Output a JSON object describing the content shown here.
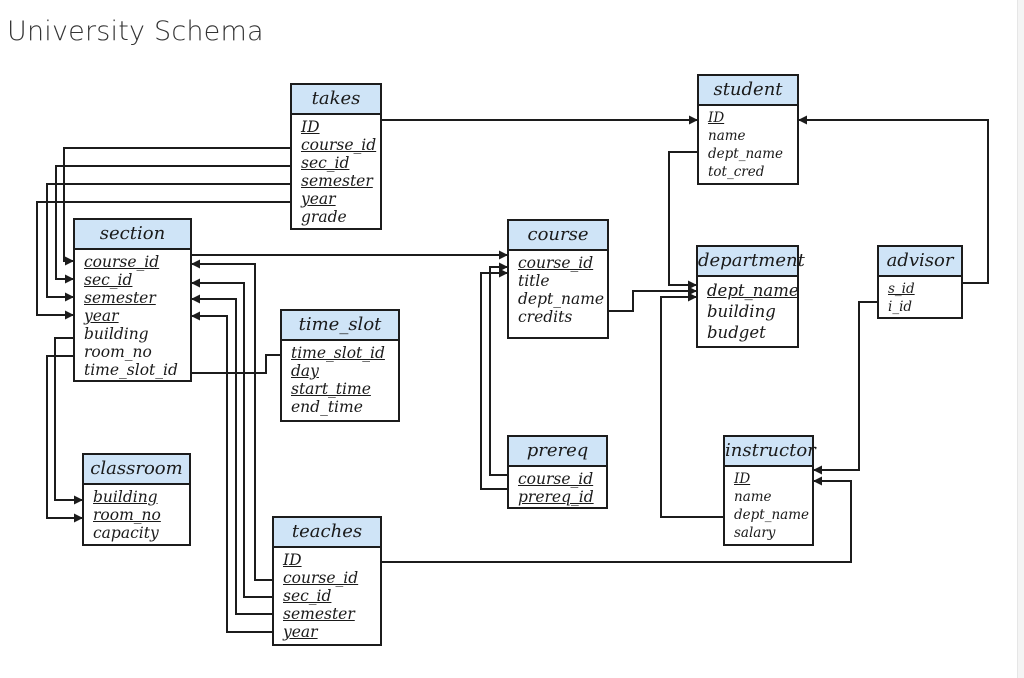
{
  "page": {
    "title": "University Schema"
  },
  "tables": {
    "takes": {
      "name": "takes",
      "attrs": [
        {
          "label": "ID",
          "key": true
        },
        {
          "label": "course_id",
          "key": true
        },
        {
          "label": "sec_id",
          "key": true
        },
        {
          "label": "semester",
          "key": true
        },
        {
          "label": "year",
          "key": true
        },
        {
          "label": "grade",
          "key": false
        }
      ]
    },
    "student": {
      "name": "student",
      "attrs": [
        {
          "label": "ID",
          "key": true
        },
        {
          "label": "name",
          "key": false
        },
        {
          "label": "dept_name",
          "key": false
        },
        {
          "label": "tot_cred",
          "key": false
        }
      ]
    },
    "section": {
      "name": "section",
      "attrs": [
        {
          "label": "course_id",
          "key": true
        },
        {
          "label": "sec_id",
          "key": true
        },
        {
          "label": "semester",
          "key": true
        },
        {
          "label": "year",
          "key": true
        },
        {
          "label": "building",
          "key": false
        },
        {
          "label": "room_no",
          "key": false
        },
        {
          "label": "time_slot_id",
          "key": false
        }
      ]
    },
    "course": {
      "name": "course",
      "attrs": [
        {
          "label": "course_id",
          "key": true
        },
        {
          "label": "title",
          "key": false
        },
        {
          "label": "dept_name",
          "key": false
        },
        {
          "label": "credits",
          "key": false
        }
      ]
    },
    "department": {
      "name": "department",
      "attrs": [
        {
          "label": "dept_name",
          "key": true
        },
        {
          "label": "building",
          "key": false
        },
        {
          "label": "budget",
          "key": false
        }
      ]
    },
    "advisor": {
      "name": "advisor",
      "attrs": [
        {
          "label": "s_id",
          "key": true
        },
        {
          "label": "i_id",
          "key": false
        }
      ]
    },
    "time_slot": {
      "name": "time_slot",
      "attrs": [
        {
          "label": "time_slot_id",
          "key": true
        },
        {
          "label": "day",
          "key": true
        },
        {
          "label": "start_time",
          "key": true
        },
        {
          "label": "end_time",
          "key": false
        }
      ]
    },
    "prereq": {
      "name": "prereq",
      "attrs": [
        {
          "label": "course_id",
          "key": true
        },
        {
          "label": "prereq_id",
          "key": true
        }
      ]
    },
    "classroom": {
      "name": "classroom",
      "attrs": [
        {
          "label": "building",
          "key": true
        },
        {
          "label": "room_no",
          "key": true
        },
        {
          "label": "capacity",
          "key": false
        }
      ]
    },
    "instructor": {
      "name": "instructor",
      "attrs": [
        {
          "label": "ID",
          "key": true
        },
        {
          "label": "name",
          "key": false
        },
        {
          "label": "dept_name",
          "key": false
        },
        {
          "label": "salary",
          "key": false
        }
      ]
    },
    "teaches": {
      "name": "teaches",
      "attrs": [
        {
          "label": "ID",
          "key": true
        },
        {
          "label": "course_id",
          "key": true
        },
        {
          "label": "sec_id",
          "key": true
        },
        {
          "label": "semester",
          "key": true
        },
        {
          "label": "year",
          "key": true
        }
      ]
    }
  },
  "relationships": [
    {
      "from": "takes.ID",
      "to": "student.ID"
    },
    {
      "from": "takes.course_id",
      "to": "section.course_id"
    },
    {
      "from": "takes.sec_id",
      "to": "section.sec_id"
    },
    {
      "from": "takes.semester",
      "to": "section.semester"
    },
    {
      "from": "takes.year",
      "to": "section.year"
    },
    {
      "from": "section.course_id",
      "to": "course.course_id"
    },
    {
      "from": "section.building",
      "to": "classroom.building"
    },
    {
      "from": "section.room_no",
      "to": "classroom.room_no"
    },
    {
      "from": "section.time_slot_id",
      "to": "time_slot.time_slot_id"
    },
    {
      "from": "student.dept_name",
      "to": "department.dept_name"
    },
    {
      "from": "course.dept_name",
      "to": "department.dept_name"
    },
    {
      "from": "instructor.dept_name",
      "to": "department.dept_name"
    },
    {
      "from": "advisor.s_id",
      "to": "student.ID"
    },
    {
      "from": "advisor.i_id",
      "to": "instructor.ID"
    },
    {
      "from": "prereq.course_id",
      "to": "course.course_id"
    },
    {
      "from": "prereq.prereq_id",
      "to": "course.course_id"
    },
    {
      "from": "teaches.ID",
      "to": "instructor.ID"
    },
    {
      "from": "teaches.course_id",
      "to": "section.course_id"
    },
    {
      "from": "teaches.sec_id",
      "to": "section.sec_id"
    },
    {
      "from": "teaches.semester",
      "to": "section.semester"
    },
    {
      "from": "teaches.year",
      "to": "section.year"
    }
  ]
}
